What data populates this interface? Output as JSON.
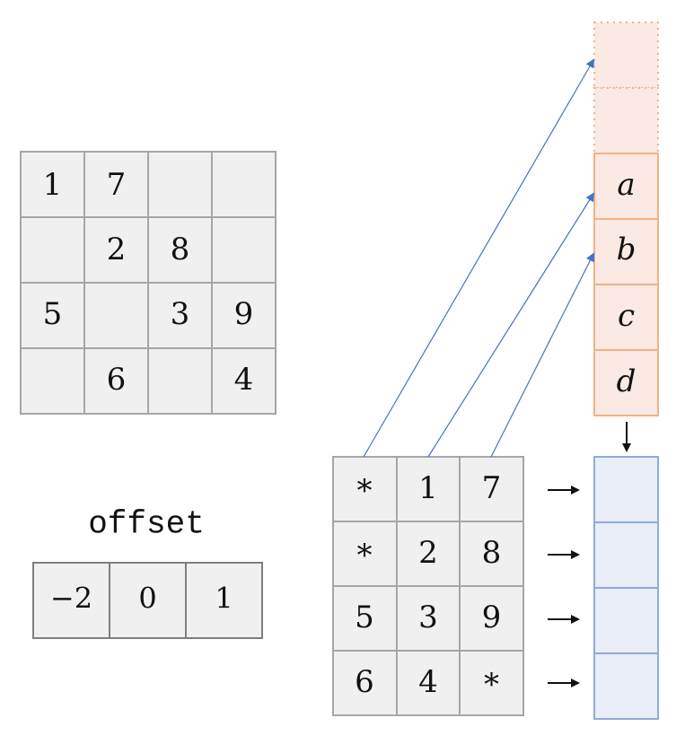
{
  "matrix": {
    "rows": [
      [
        "1",
        "7",
        "",
        ""
      ],
      [
        "",
        "2",
        "8",
        ""
      ],
      [
        "5",
        "",
        "3",
        "9"
      ],
      [
        "",
        "6",
        "",
        "4"
      ]
    ]
  },
  "offset": {
    "label": "offset",
    "values": [
      "−2",
      "0",
      "1"
    ]
  },
  "dia": {
    "rows": [
      [
        "*",
        "1",
        "7"
      ],
      [
        "*",
        "2",
        "8"
      ],
      [
        "5",
        "3",
        "9"
      ],
      [
        "6",
        "4",
        "*"
      ]
    ]
  },
  "vector_x": {
    "padding_count": 2,
    "labels": [
      "a",
      "b",
      "c",
      "d"
    ]
  },
  "result_y": {
    "count": 4
  },
  "colors": {
    "grid_fill": "#f0f0f0",
    "grid_stroke": "#a6a6a6",
    "orange_fill": "#fbe9e3",
    "orange_stroke": "#f4b183",
    "blue_fill": "#eaeef8",
    "blue_stroke": "#8faadc",
    "arrow_blue": "#4472c4",
    "text": "#111111"
  }
}
